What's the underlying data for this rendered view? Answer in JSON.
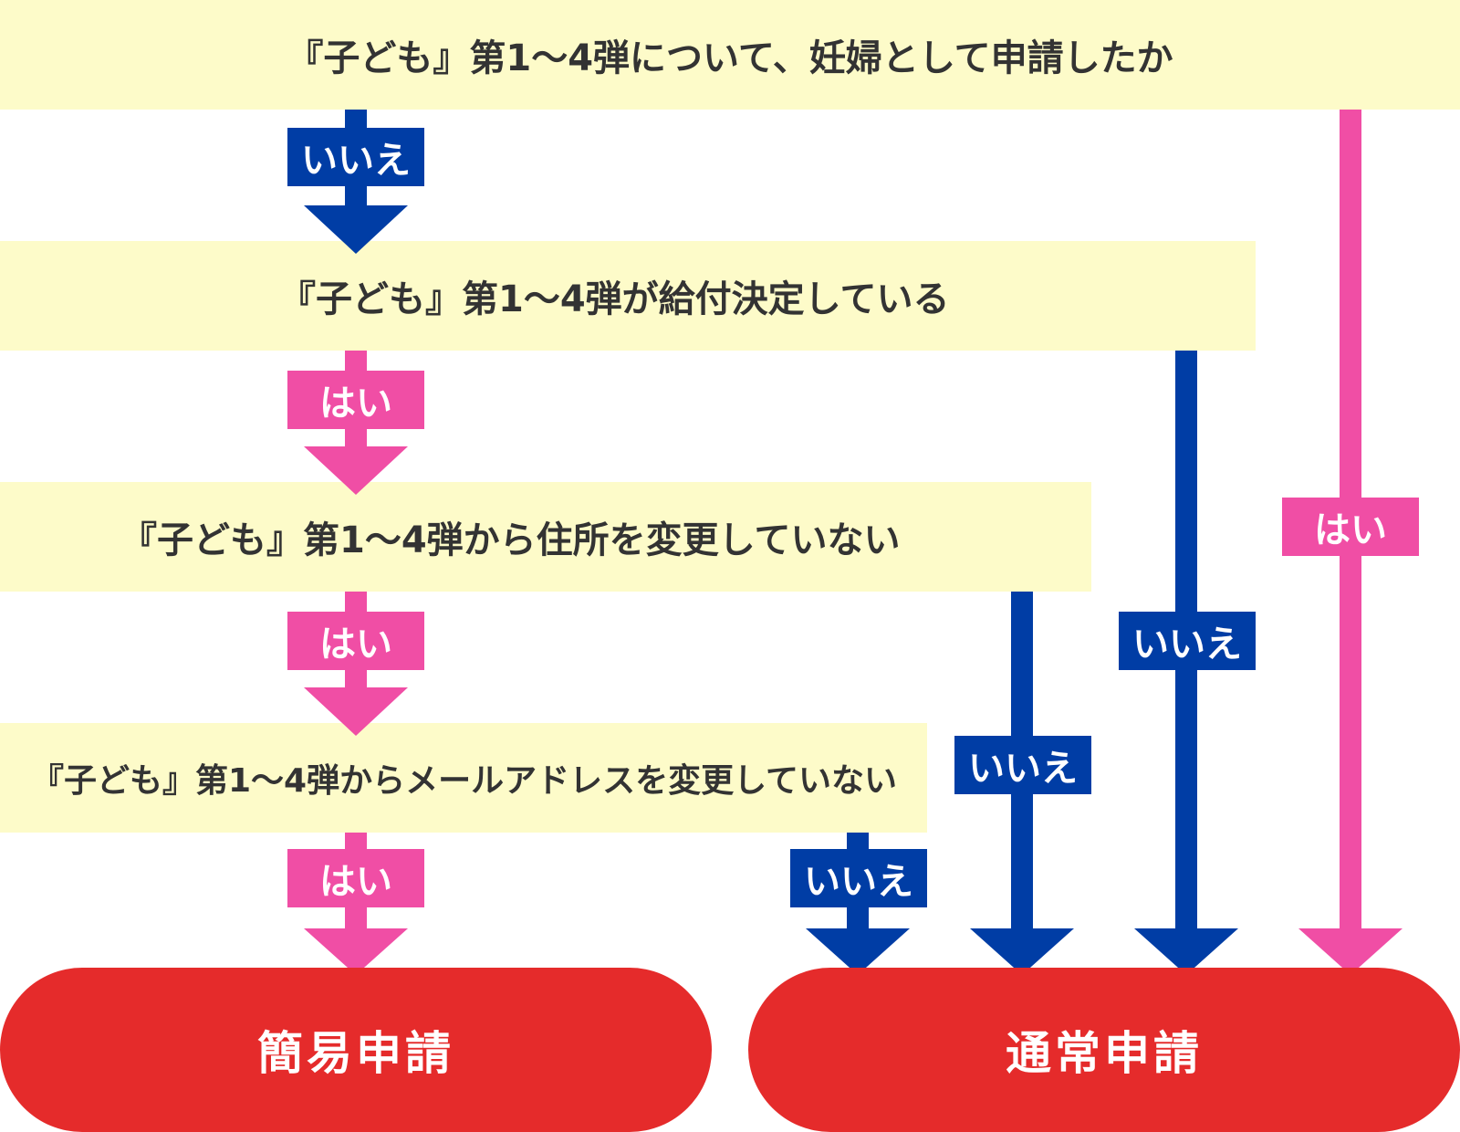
{
  "questions": {
    "q1": "『子ども』第1～4弾について、妊婦として申請したか",
    "q2": "『子ども』第1～4弾が給付決定している",
    "q3": "『子ども』第1～4弾から住所を変更していない",
    "q4": "『子ども』第1～4弾からメールアドレスを変更していない"
  },
  "answers": {
    "yes": "はい",
    "no": "いいえ"
  },
  "results": {
    "simple": "簡易申請",
    "normal": "通常申請"
  },
  "colors": {
    "question_bg": "#fdfbc9",
    "yes": "#f04ea5",
    "no": "#003da5",
    "result": "#e52b2b"
  }
}
